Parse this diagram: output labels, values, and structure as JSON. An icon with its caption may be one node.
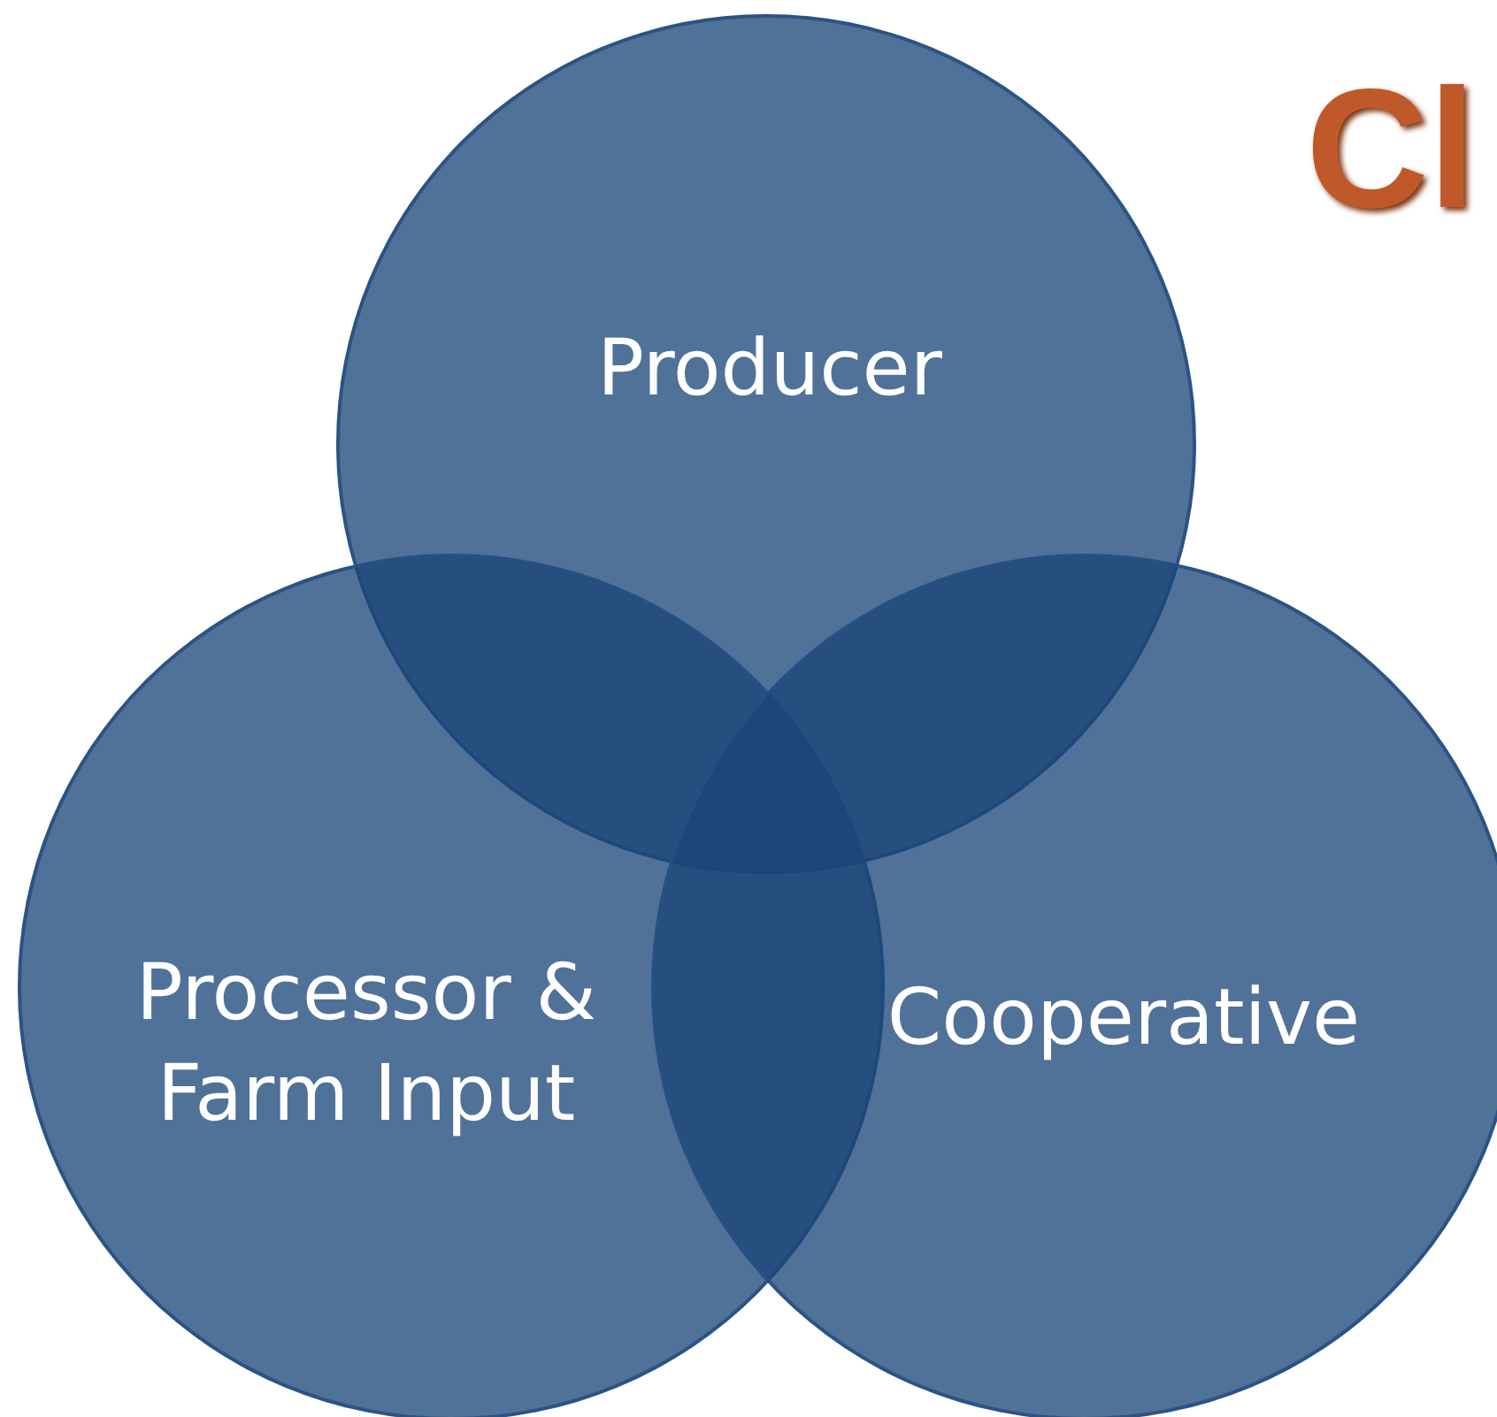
{
  "diagram": {
    "nodes": [
      {
        "text": [
          "Producer"
        ]
      },
      {
        "text": [
          "Processor & Farm Input"
        ]
      },
      {
        "text": [
          "Cooperative"
        ]
      }
    ],
    "labels": [
      "Cl"
    ]
  }
}
